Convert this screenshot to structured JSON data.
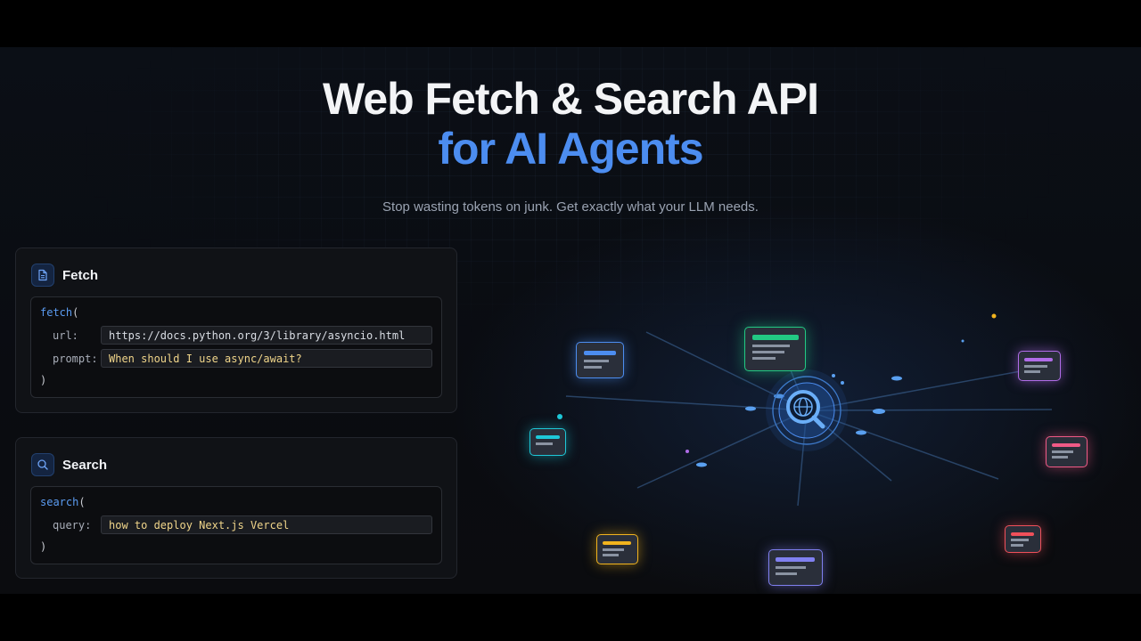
{
  "hero": {
    "title_line1": "Web Fetch & Search API",
    "title_line2": "for AI Agents",
    "subtitle": "Stop wasting tokens on junk. Get exactly what your LLM needs."
  },
  "fetch_card": {
    "title": "Fetch",
    "icon": "document-icon",
    "fn_name": "fetch",
    "open_paren": "(",
    "close_paren": ")",
    "args": [
      {
        "label": "url:",
        "value": "https://docs.python.org/3/library/asyncio.html"
      },
      {
        "label": "prompt:",
        "value": "When should I use async/await?"
      }
    ]
  },
  "search_card": {
    "title": "Search",
    "icon": "search-icon",
    "fn_name": "search",
    "open_paren": "(",
    "close_paren": ")",
    "args": [
      {
        "label": "query:",
        "value": "how to deploy Next.js Vercel"
      }
    ]
  },
  "visual": {
    "center_icon": "globe-magnifier-icon",
    "accent": "#4c8df0",
    "nodes": [
      {
        "name": "node-blue",
        "color": "#4c8df0"
      },
      {
        "name": "node-green",
        "color": "#22c983"
      },
      {
        "name": "node-purple",
        "color": "#b06ce8"
      },
      {
        "name": "node-cyan",
        "color": "#1ec8d8"
      },
      {
        "name": "node-pink",
        "color": "#f05a86"
      },
      {
        "name": "node-yellow",
        "color": "#f2b41e"
      },
      {
        "name": "node-indigo",
        "color": "#8080f0"
      },
      {
        "name": "node-red",
        "color": "#f0505a"
      }
    ]
  }
}
